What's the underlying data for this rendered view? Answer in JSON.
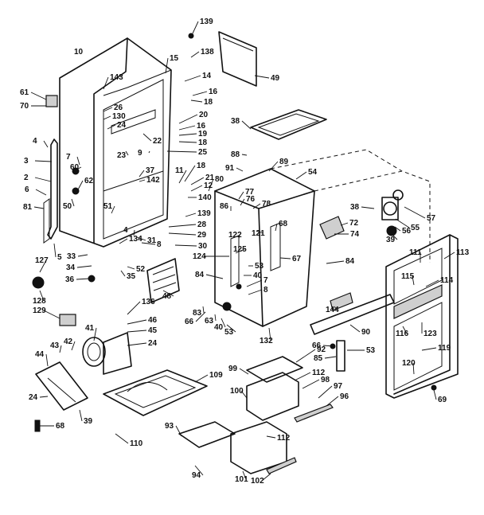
{
  "callouts": [
    {
      "id": "c10",
      "text": "10"
    },
    {
      "id": "c143",
      "text": "143"
    },
    {
      "id": "c15",
      "text": "15"
    },
    {
      "id": "c139a",
      "text": "139"
    },
    {
      "id": "c138",
      "text": "138"
    },
    {
      "id": "c14",
      "text": "14"
    },
    {
      "id": "c16a",
      "text": "16"
    },
    {
      "id": "c18a",
      "text": "18"
    },
    {
      "id": "c49",
      "text": "49"
    },
    {
      "id": "c61",
      "text": "61"
    },
    {
      "id": "c70",
      "text": "70"
    },
    {
      "id": "c26",
      "text": "26"
    },
    {
      "id": "c130",
      "text": "130"
    },
    {
      "id": "c24a",
      "text": "24"
    },
    {
      "id": "c22",
      "text": "22"
    },
    {
      "id": "c20",
      "text": "20"
    },
    {
      "id": "c16b",
      "text": "16"
    },
    {
      "id": "c19",
      "text": "19"
    },
    {
      "id": "c18b",
      "text": "18"
    },
    {
      "id": "c25",
      "text": "25"
    },
    {
      "id": "c38a",
      "text": "38"
    },
    {
      "id": "c88",
      "text": "88"
    },
    {
      "id": "c4a",
      "text": "4"
    },
    {
      "id": "c3",
      "text": "3"
    },
    {
      "id": "c7a",
      "text": "7"
    },
    {
      "id": "c60",
      "text": "60"
    },
    {
      "id": "c23",
      "text": "23"
    },
    {
      "id": "c9",
      "text": "9"
    },
    {
      "id": "c2",
      "text": "2"
    },
    {
      "id": "c6",
      "text": "6"
    },
    {
      "id": "c62",
      "text": "62"
    },
    {
      "id": "c37",
      "text": "37"
    },
    {
      "id": "c142",
      "text": "142"
    },
    {
      "id": "c11",
      "text": "11"
    },
    {
      "id": "c18c",
      "text": "18"
    },
    {
      "id": "c89",
      "text": "89"
    },
    {
      "id": "c54",
      "text": "54"
    },
    {
      "id": "c91",
      "text": "91"
    },
    {
      "id": "c12",
      "text": "12"
    },
    {
      "id": "c21",
      "text": "21"
    },
    {
      "id": "c80",
      "text": "80"
    },
    {
      "id": "c140",
      "text": "140"
    },
    {
      "id": "c50",
      "text": "50"
    },
    {
      "id": "c81",
      "text": "81"
    },
    {
      "id": "c51",
      "text": "51"
    },
    {
      "id": "c77",
      "text": "77"
    },
    {
      "id": "c86",
      "text": "86"
    },
    {
      "id": "c76",
      "text": "76"
    },
    {
      "id": "c78",
      "text": "78"
    },
    {
      "id": "c139b",
      "text": "139"
    },
    {
      "id": "c28",
      "text": "28"
    },
    {
      "id": "c29",
      "text": "29"
    },
    {
      "id": "c38b",
      "text": "38"
    },
    {
      "id": "c57",
      "text": "57"
    },
    {
      "id": "c55",
      "text": "55"
    },
    {
      "id": "c56",
      "text": "56"
    },
    {
      "id": "c72",
      "text": "72"
    },
    {
      "id": "c74",
      "text": "74"
    },
    {
      "id": "c39a",
      "text": "39"
    },
    {
      "id": "c4b",
      "text": "4"
    },
    {
      "id": "c31",
      "text": "31"
    },
    {
      "id": "c8a",
      "text": "8"
    },
    {
      "id": "c30",
      "text": "30"
    },
    {
      "id": "c122",
      "text": "122"
    },
    {
      "id": "c121",
      "text": "121"
    },
    {
      "id": "c68",
      "text": "68"
    },
    {
      "id": "c5",
      "text": "5"
    },
    {
      "id": "c134",
      "text": "134"
    },
    {
      "id": "c33",
      "text": "33"
    },
    {
      "id": "c111",
      "text": "111"
    },
    {
      "id": "c113",
      "text": "113"
    },
    {
      "id": "c125",
      "text": "125"
    },
    {
      "id": "c124",
      "text": "124"
    },
    {
      "id": "c34",
      "text": "34"
    },
    {
      "id": "c52",
      "text": "52"
    },
    {
      "id": "c127",
      "text": "127"
    },
    {
      "id": "c67",
      "text": "67"
    },
    {
      "id": "c84a",
      "text": "84"
    },
    {
      "id": "c53a",
      "text": "53"
    },
    {
      "id": "c40a",
      "text": "40"
    },
    {
      "id": "c115",
      "text": "115"
    },
    {
      "id": "c114",
      "text": "114"
    },
    {
      "id": "c84b",
      "text": "84"
    },
    {
      "id": "c35",
      "text": "35"
    },
    {
      "id": "c36",
      "text": "36"
    },
    {
      "id": "c48",
      "text": "48"
    },
    {
      "id": "c7b",
      "text": "7"
    },
    {
      "id": "c8b",
      "text": "8"
    },
    {
      "id": "c128",
      "text": "128"
    },
    {
      "id": "c129",
      "text": "129"
    },
    {
      "id": "c83",
      "text": "83"
    },
    {
      "id": "c144",
      "text": "144"
    },
    {
      "id": "c136",
      "text": "136"
    },
    {
      "id": "c63",
      "text": "63"
    },
    {
      "id": "c66a",
      "text": "66"
    },
    {
      "id": "c40b",
      "text": "40"
    },
    {
      "id": "c53b",
      "text": "53"
    },
    {
      "id": "c46",
      "text": "46"
    },
    {
      "id": "c45",
      "text": "45"
    },
    {
      "id": "c90",
      "text": "90"
    },
    {
      "id": "c116",
      "text": "116"
    },
    {
      "id": "c123",
      "text": "123"
    },
    {
      "id": "c41",
      "text": "41"
    },
    {
      "id": "c132",
      "text": "132"
    },
    {
      "id": "c66b",
      "text": "66"
    },
    {
      "id": "c43",
      "text": "43"
    },
    {
      "id": "c42",
      "text": "42"
    },
    {
      "id": "c24b",
      "text": "24"
    },
    {
      "id": "c92",
      "text": "92"
    },
    {
      "id": "c85",
      "text": "85"
    },
    {
      "id": "c53c",
      "text": "53"
    },
    {
      "id": "c119",
      "text": "119"
    },
    {
      "id": "c44",
      "text": "44"
    },
    {
      "id": "c109",
      "text": "109"
    },
    {
      "id": "c99",
      "text": "99"
    },
    {
      "id": "c112a",
      "text": "112"
    },
    {
      "id": "c98",
      "text": "98"
    },
    {
      "id": "c120",
      "text": "120"
    },
    {
      "id": "c97",
      "text": "97"
    },
    {
      "id": "c100",
      "text": "100"
    },
    {
      "id": "c96",
      "text": "96"
    },
    {
      "id": "c24c",
      "text": "24"
    },
    {
      "id": "c39b",
      "text": "39"
    },
    {
      "id": "c69",
      "text": "69"
    },
    {
      "id": "c68b",
      "text": "68"
    },
    {
      "id": "c110",
      "text": "110"
    },
    {
      "id": "c93",
      "text": "93"
    },
    {
      "id": "c112b",
      "text": "112"
    },
    {
      "id": "c94",
      "text": "94"
    },
    {
      "id": "c101",
      "text": "101"
    },
    {
      "id": "c102",
      "text": "102"
    }
  ]
}
